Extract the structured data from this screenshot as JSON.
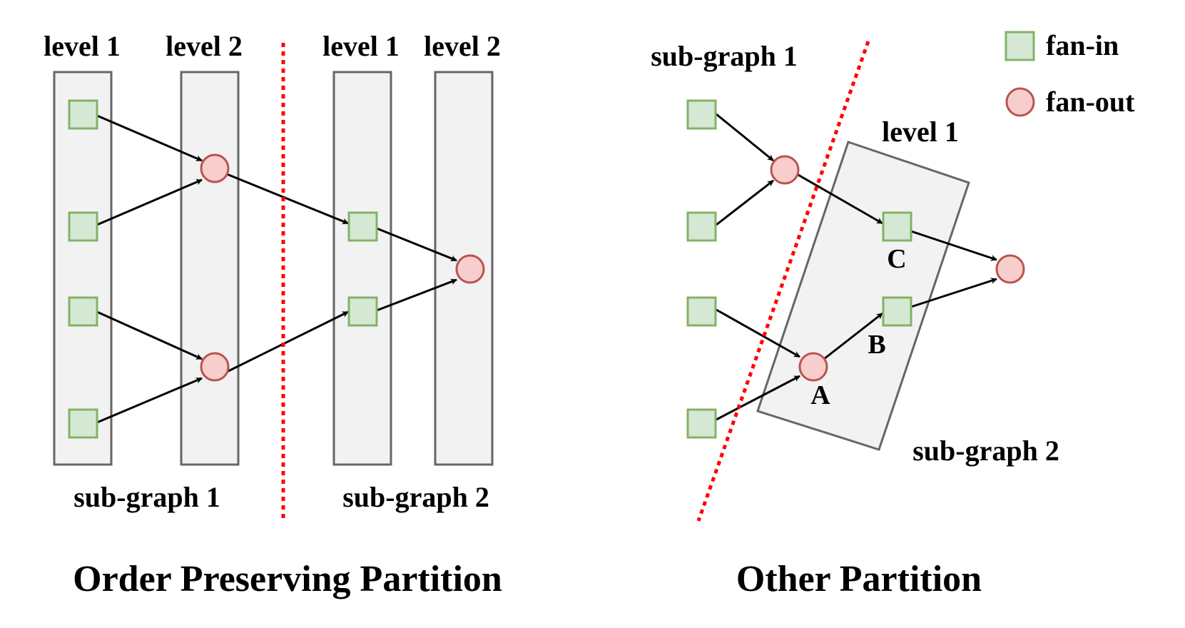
{
  "colors": {
    "fanin_fill": "#d5e8d4",
    "fanin_stroke": "#82b366",
    "fanout_fill": "#f8cecc",
    "fanout_stroke": "#b85450",
    "column_fill": "#f2f2f2",
    "column_stroke": "#666666",
    "separator": "#ff0000"
  },
  "icons": {
    "fanin": "green-square-icon",
    "fanout": "red-circle-icon"
  },
  "left": {
    "level1_a": "level 1",
    "level2_a": "level 2",
    "level1_b": "level 1",
    "level2_b": "level 2",
    "subgraph1": "sub-graph 1",
    "subgraph2": "sub-graph 2",
    "title": "Order Preserving Partition"
  },
  "right": {
    "subgraph1": "sub-graph 1",
    "level1": "level 1",
    "subgraph2": "sub-graph 2",
    "node_a": "A",
    "node_b": "B",
    "node_c": "C",
    "title": "Other Partition"
  },
  "legend": {
    "fanin": "fan-in",
    "fanout": "fan-out"
  }
}
